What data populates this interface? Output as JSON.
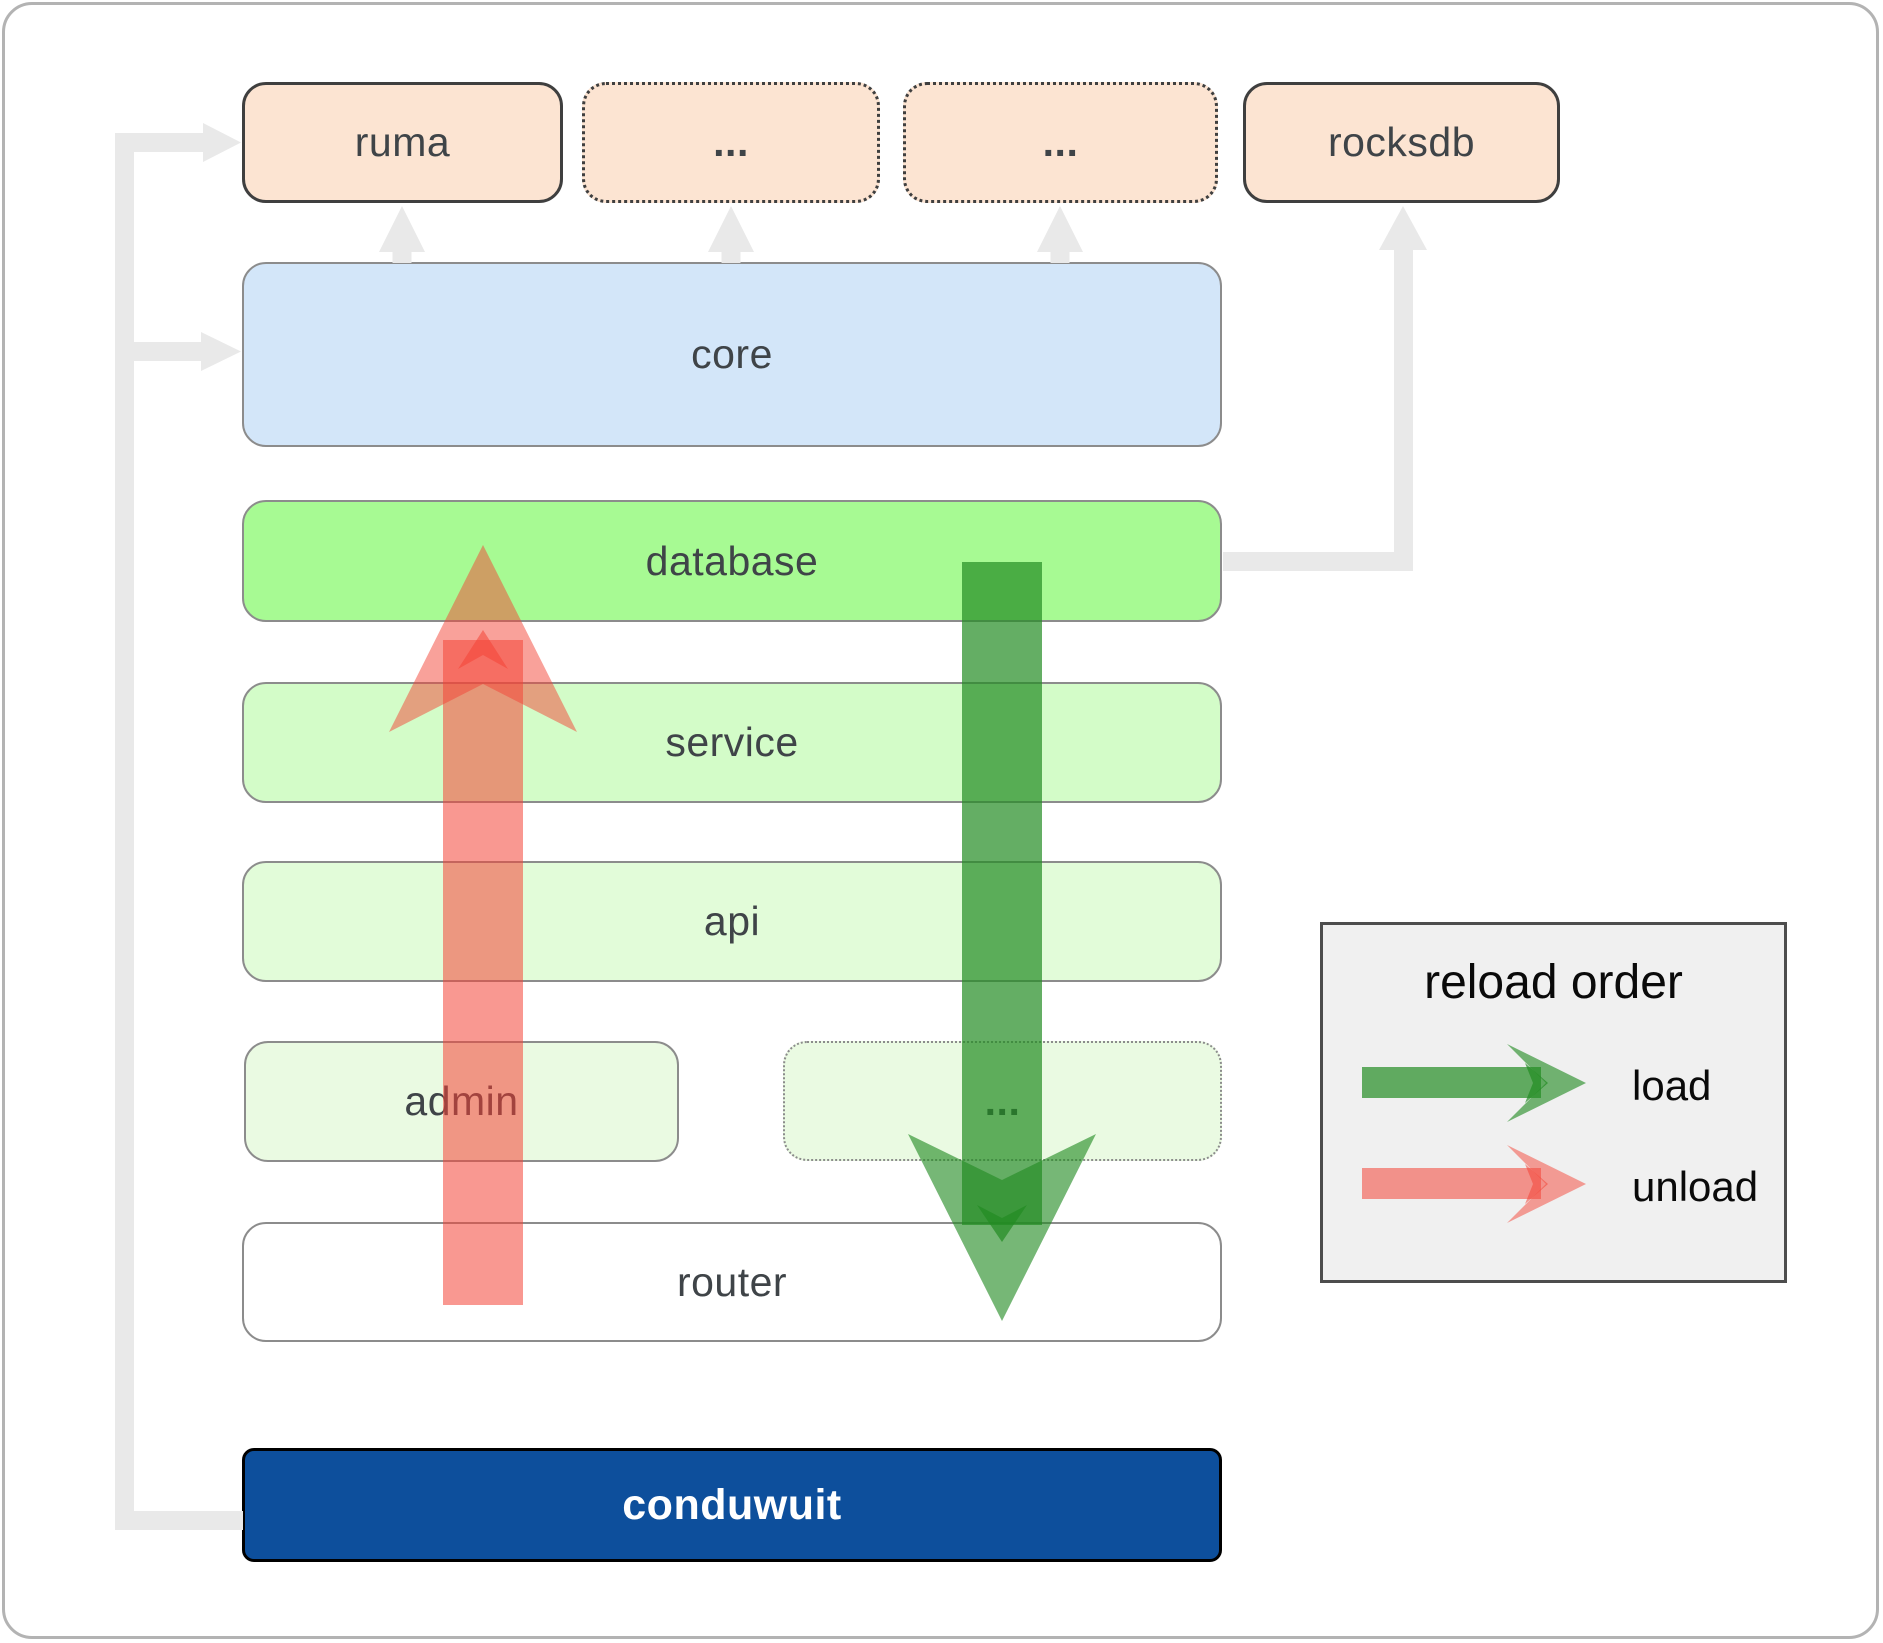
{
  "boxes": {
    "ruma": {
      "label": "ruma"
    },
    "ellipsis_top_1": {
      "label": "..."
    },
    "ellipsis_top_2": {
      "label": "..."
    },
    "rocksdb": {
      "label": "rocksdb"
    },
    "core": {
      "label": "core"
    },
    "database": {
      "label": "database"
    },
    "service": {
      "label": "service"
    },
    "api": {
      "label": "api"
    },
    "admin": {
      "label": "admin"
    },
    "ellipsis_admin": {
      "label": "..."
    },
    "router": {
      "label": "router"
    },
    "conduwuit": {
      "label": "conduwuit"
    }
  },
  "legend": {
    "title": "reload order",
    "load_label": "load",
    "unload_label": "unload"
  },
  "colors": {
    "peach_fill": "#fce4d2",
    "core_fill": "#d3e6f9",
    "database_fill": "#a7fa93",
    "service_fill": "#d3fcc8",
    "api_fill": "#e2fcd9",
    "admin_fill": "#eafae2",
    "router_fill": "#ffffff",
    "conduwuit_fill": "#0d4f9c",
    "conduwuit_text": "#ffffff",
    "label_text": "#3f4448",
    "box_border_gray": "#8c8c8c",
    "box_border_dark": "#3f3f3f",
    "connector_gray": "#e9e9e9",
    "load_green": "#228b22",
    "unload_red": "#f44336",
    "legend_bg": "#f0f0f0",
    "legend_border": "#4d4d4d",
    "frame_border": "#b3b3b3"
  }
}
